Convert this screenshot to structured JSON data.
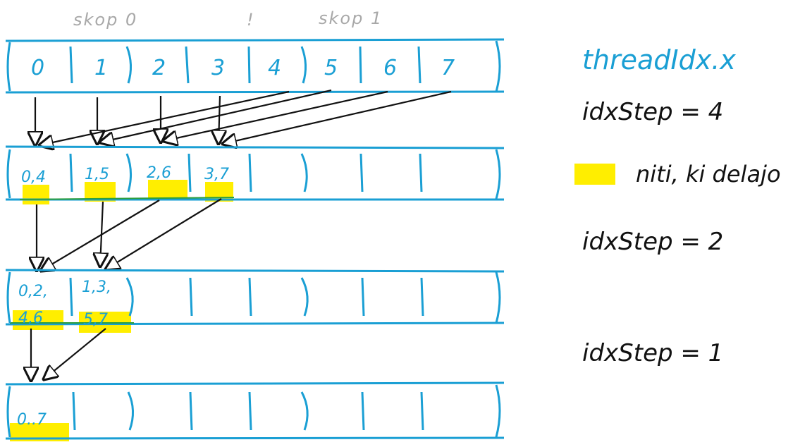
{
  "header": {
    "block0_label": "skop 0",
    "block1_label": "skop 1",
    "separator": "!"
  },
  "colors": {
    "blue": "#1a9fd4",
    "highlight": "#ffee00",
    "arrow": "#111111",
    "header_text": "#a8a8a8",
    "green_line": "#2e9e3e"
  },
  "row0": {
    "cells": [
      "0",
      "1",
      "2",
      "3",
      "4",
      "5",
      "6",
      "7"
    ]
  },
  "row1": {
    "cells": [
      "0,4",
      "1,5",
      "2,6",
      "3,7"
    ]
  },
  "row2": {
    "cells": [
      {
        "line1": "0,2,",
        "line2": "4,6"
      },
      {
        "line1": "1,3,",
        "line2": "5,7"
      }
    ]
  },
  "row3": {
    "cells": [
      "0..7"
    ]
  },
  "notes": {
    "title": "threadIdx.x",
    "step4": "idxStep = 4",
    "legend": "niti, ki delajo",
    "step2": "idxStep = 2",
    "step1": "idxStep = 1"
  }
}
